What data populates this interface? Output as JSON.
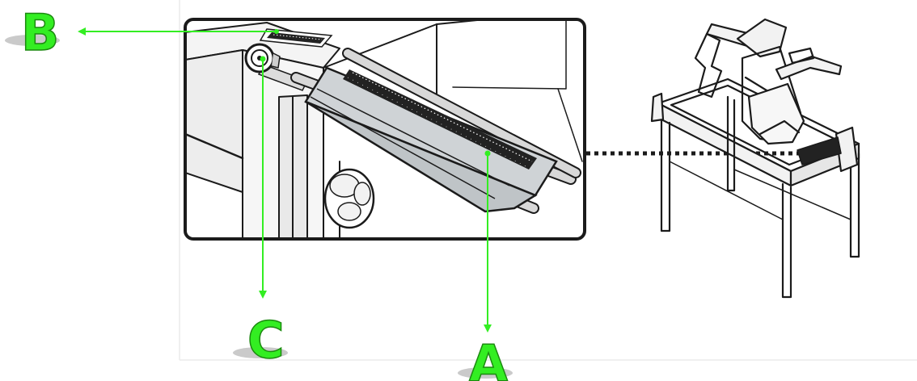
{
  "labels": {
    "a": "A",
    "b": "B",
    "c": "C"
  },
  "colors": {
    "callout": "#33ee22",
    "callout_outline": "#1c8a10",
    "line_art": "#1b1b1b",
    "rail": "#cfd3d6",
    "scale": "#222222"
  },
  "icons": [
    "adjustment-knob-icon",
    "hand-knob-icon"
  ]
}
